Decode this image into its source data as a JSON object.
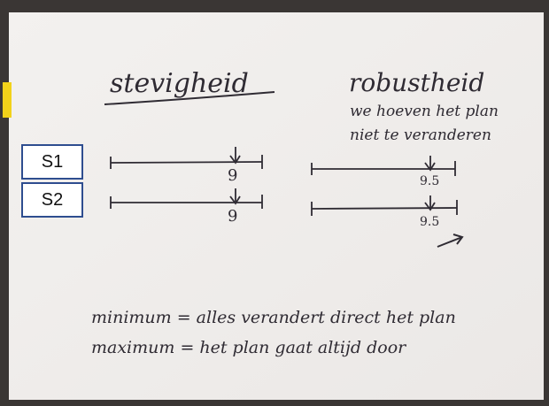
{
  "labels": {
    "s1": "S1",
    "s2": "S2"
  },
  "handwriting": {
    "title_left": "stevigheid",
    "title_right": "robustheid",
    "subtitle_line1": "we hoeven het plan",
    "subtitle_line2": "niet te veranderen",
    "s1_left_value": "9",
    "s2_left_value": "9",
    "s1_right_value": "9.5",
    "s2_right_value": "9.5",
    "minimum_line": "minimum = alles verandert direct het plan",
    "maximum_line": "maximum = het plan gaat altijd door"
  },
  "colors": {
    "paper": "#f1efed",
    "frame": "#3a3634",
    "ink": "#2f2b33",
    "box_border": "#2e4d8f",
    "marker": "#f2d21a"
  }
}
